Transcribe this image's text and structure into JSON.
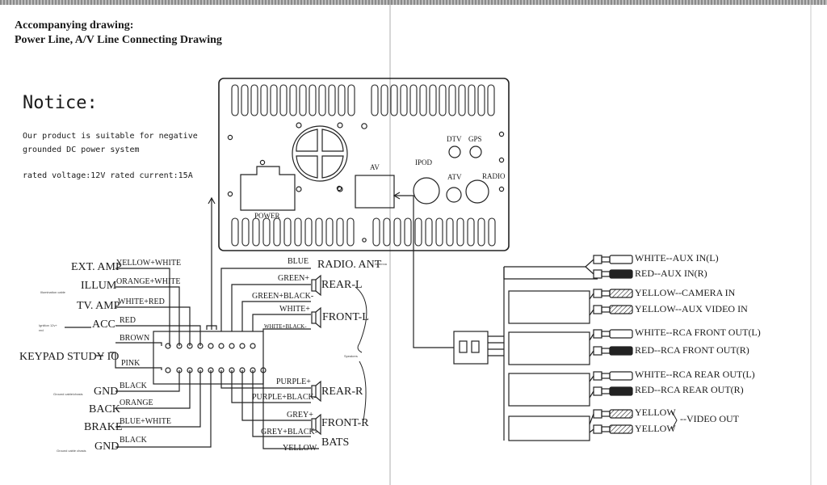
{
  "header": {
    "title": "Accompanying drawing:",
    "subtitle": "Power Line, A/V Line Connecting Drawing"
  },
  "notice": {
    "title": "Notice:",
    "line1": "Our product is suitable for negative",
    "line2": "grounded DC power system",
    "line3": "rated voltage:12V    rated current:15A"
  },
  "unit": {
    "power": "POWER",
    "av": "AV",
    "ipod": "IPOD",
    "dtv": "DTV",
    "gps": "GPS",
    "atv": "ATV",
    "radio": "RADIO"
  },
  "left": {
    "ext_amp": "EXT. AMP",
    "illum": "ILLUM",
    "tv_amp": "TV. AMP",
    "acc": "ACC",
    "keypad": "KEYPAD STUDY IO",
    "gnd1": "GND",
    "back": "BACK",
    "brake": "BRAKE",
    "gnd2": "GND",
    "illum_note": "Illumination cable",
    "acc_note1": "Ignition 12v+",
    "acc_note2": "red",
    "gnd1_note": "Ground cable/chasis",
    "gnd2_note": "Ground cable chasis"
  },
  "left_wires": {
    "yellow_white": "YELLOW+WHITE",
    "orange_white": "ORANGE+WHITE",
    "white_red": "WHITE+RED",
    "red": "RED",
    "brown": "BROWN",
    "pink": "PINK",
    "black1": "BLACK",
    "orange": "ORANGE",
    "blue_white": "BLUE+WHITE",
    "black2": "BLACK"
  },
  "right_wires": {
    "blue": "BLUE",
    "radio_ant": "RADIO. ANT",
    "antenna_note": "Antenna",
    "green": "GREEN+",
    "rear_l": "REAR-L",
    "green_black": "GREEN+BLACK-",
    "white": "WHITE+",
    "front_l": "FRONT-L",
    "white_black": "WHITE+BLACK-",
    "speakers_note": "Speakers",
    "purple": "PURPLE+",
    "rear_r": "REAR-R",
    "purple_black": "PURPLE+BLACK-",
    "grey": "GREY+",
    "front_r": "FRONT-R",
    "grey_black": "GREY+BLACK-",
    "yellow": "YELLOW",
    "bats": "BATS"
  },
  "rca": {
    "aux_l": "WHITE--AUX IN(L)",
    "aux_r": "RED--AUX IN(R)",
    "camera": "YELLOW--CAMERA IN",
    "aux_video": "YELLOW--AUX VIDEO IN",
    "front_l": "WHITE--RCA FRONT OUT(L)",
    "front_r": "RED--RCA FRONT OUT(R)",
    "rear_l": "WHITE--RCA REAR OUT(L)",
    "rear_r": "RED--RCA REAR OUT(R)",
    "y1": "YELLOW",
    "y2": "YELLOW",
    "video_out": "--VIDEO OUT"
  }
}
